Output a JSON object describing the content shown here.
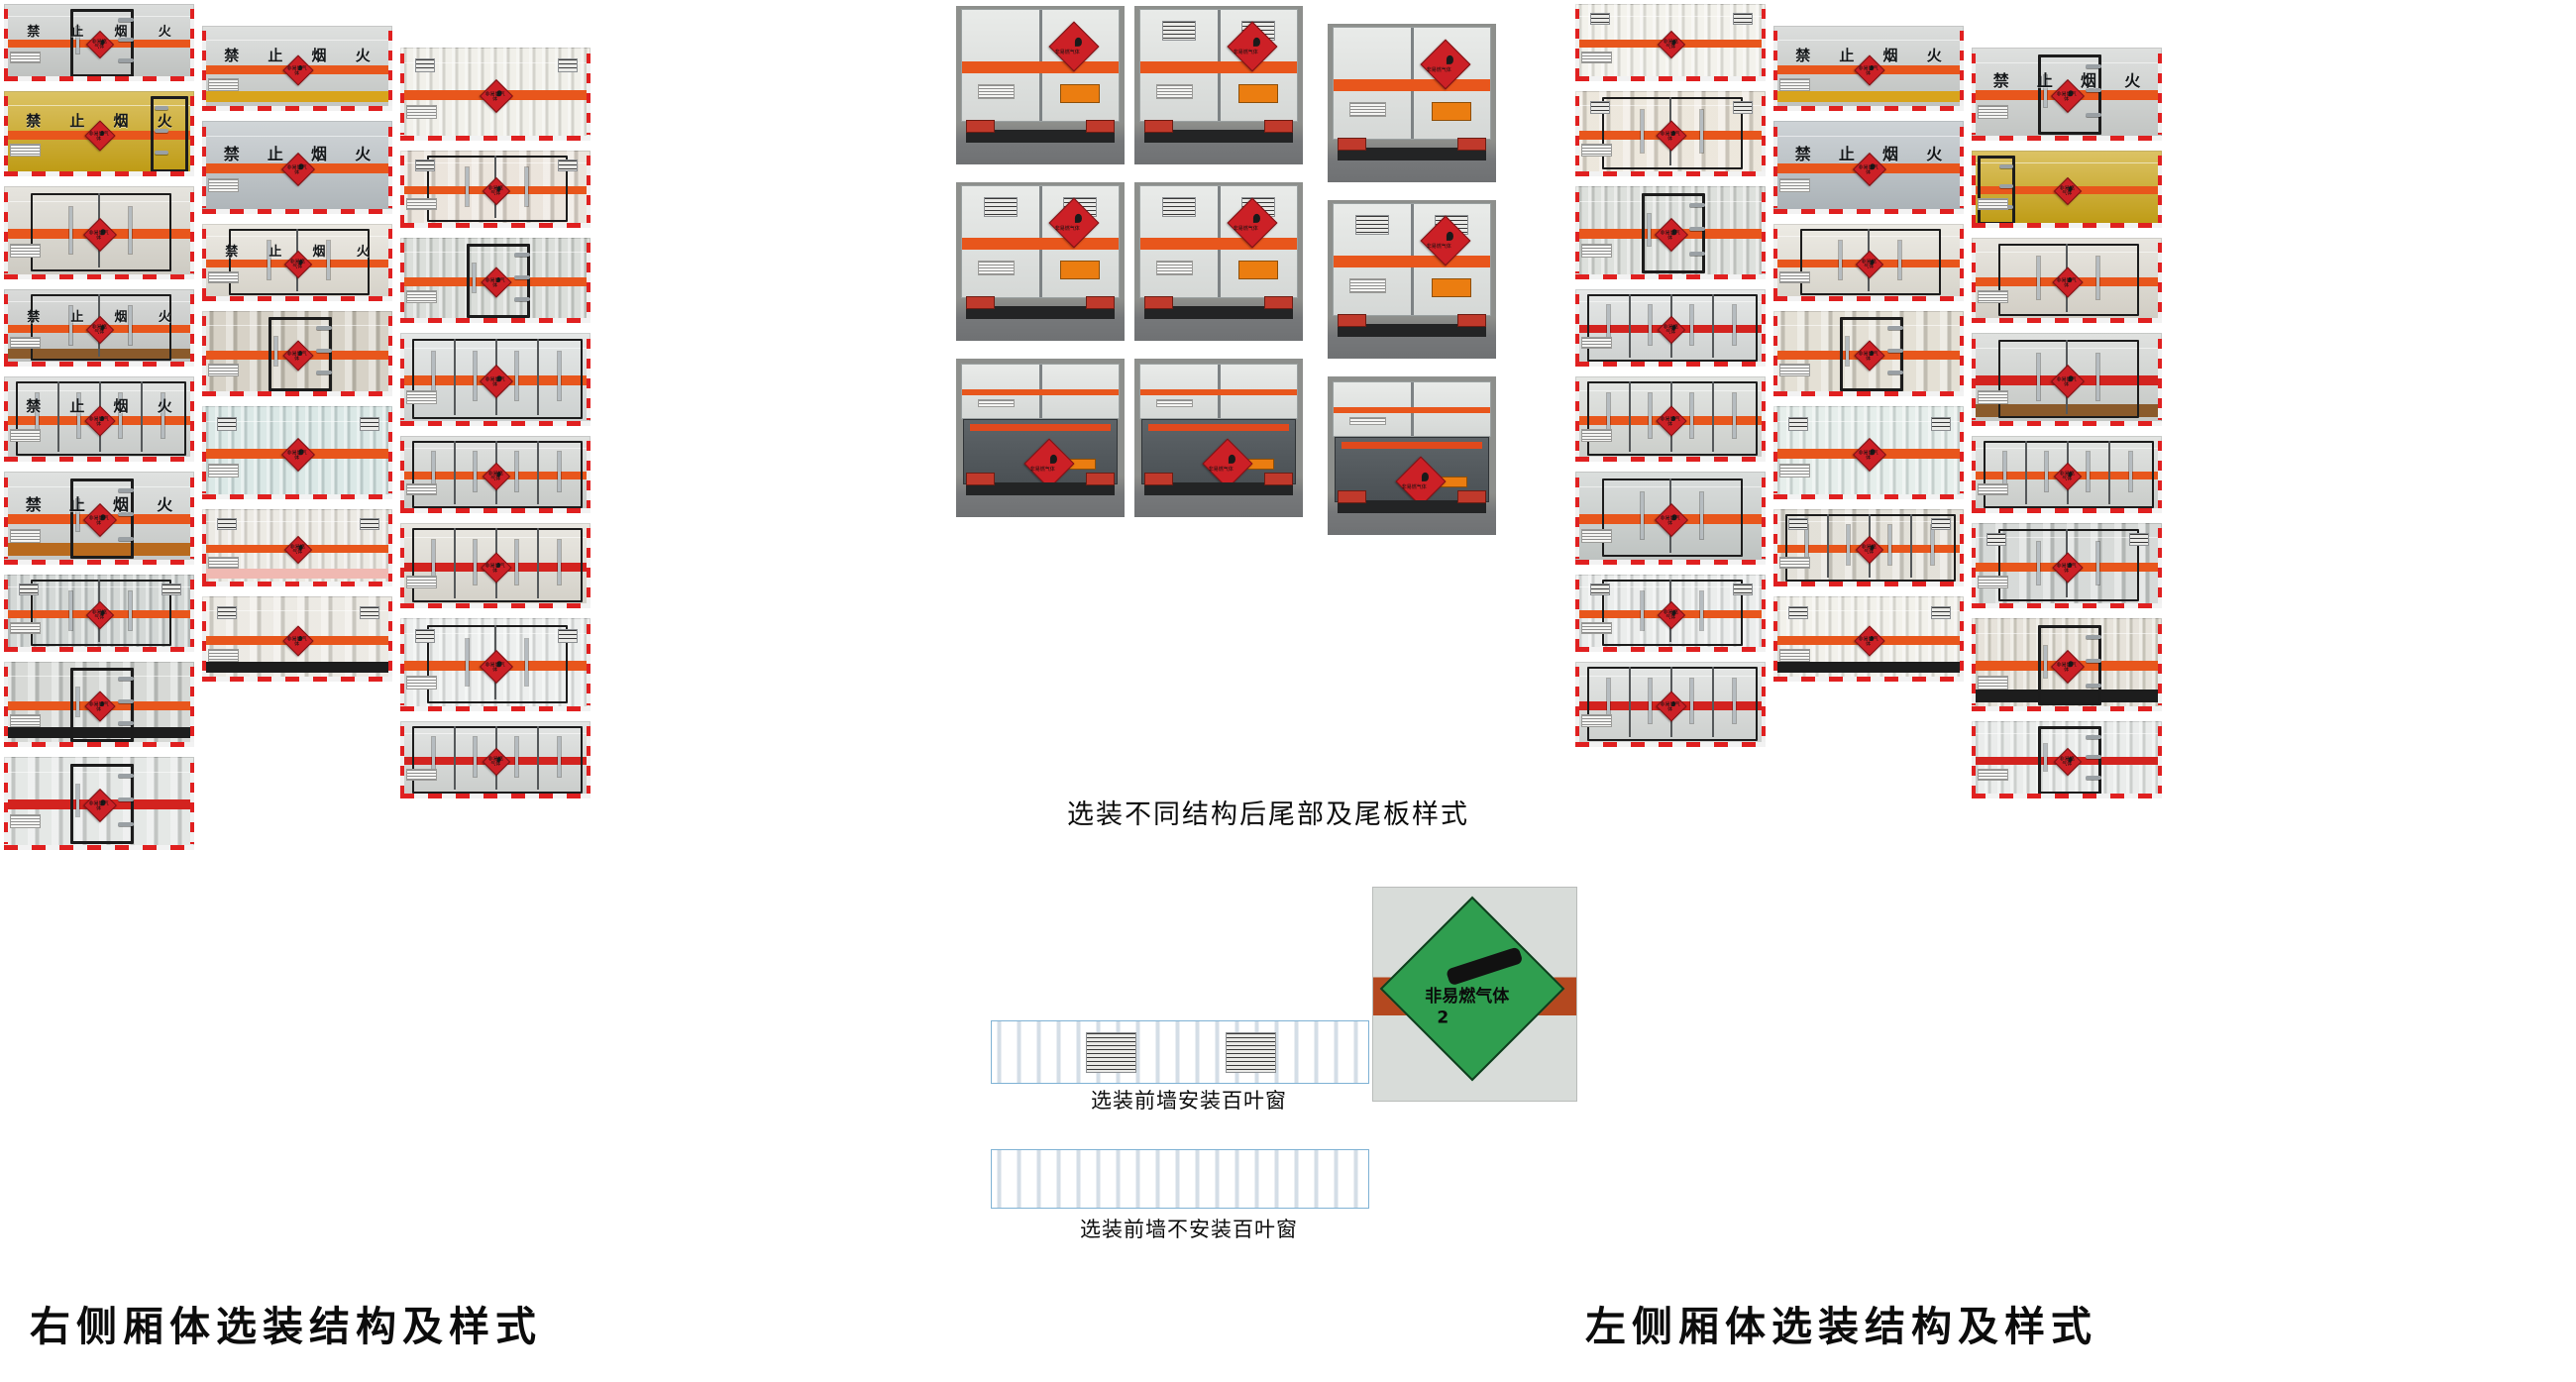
{
  "document": {
    "type": "vehicle-announcement-photo-sheet",
    "hazard_class": "2",
    "hazard_label_cn": "非易燃气体"
  },
  "captions": {
    "rear_styles": "选装不同结构后尾部及尾板样式",
    "front_wall_with_louver": "选装前墙安装百叶窗",
    "front_wall_without_louver": "选装前墙不安装百叶窗",
    "right_side_title": "右侧厢体选装结构及样式",
    "left_side_title": "左侧厢体选装结构及样式"
  },
  "placard": {
    "text": "非易燃气体",
    "class_number": "2",
    "background_color": "#2f9e4f",
    "icon": "gas-cylinder-icon"
  },
  "warning_text": {
    "chars": [
      "禁",
      "止",
      "烟",
      "火"
    ],
    "full": "禁止烟火"
  },
  "colors": {
    "hazard_stripe": "#e8561c",
    "red_stripe": "#d3231f",
    "diamond_red": "#cc2026",
    "tape_red": "#e02020",
    "yellow_body": "#c9a312",
    "brown_skirt": "#8a5a2b",
    "blue_panel": "#8cc0e3",
    "green_placard": "#2f9e4f"
  },
  "left_group": {
    "title": "右侧厢体选装结构及样式",
    "columns": [
      {
        "tiles": [
          {
            "id": "r-c1-1",
            "body": "#c9ccca",
            "style": "flat",
            "stripe": "#e8561c",
            "nofire": true,
            "door": "center",
            "skirt": null
          },
          {
            "id": "r-c1-2",
            "body": "#c9a312",
            "style": "flat",
            "stripe": "#e8561c",
            "nofire": true,
            "door": "right",
            "skirt": null
          },
          {
            "id": "r-c1-3",
            "body": "#d9d6cd",
            "style": "flat",
            "stripe": "#e8561c",
            "nofire": false,
            "door": "double",
            "skirt": null
          },
          {
            "id": "r-c1-4",
            "body": "#c6c8c6",
            "style": "flat",
            "stripe": "#e8561c",
            "nofire": true,
            "door": "double",
            "skirt": "#8a5a2b"
          },
          {
            "id": "r-c1-5",
            "body": "#d2d5d3",
            "style": "flat",
            "stripe": "#e8561c",
            "nofire": true,
            "door": "quad",
            "skirt": null
          },
          {
            "id": "r-c1-6",
            "body": "#cfd2d0",
            "style": "flat",
            "stripe": "#e8561c",
            "nofire": true,
            "door": "center",
            "skirt": "#b86a1e"
          },
          {
            "id": "r-c1-7",
            "body": "#c5cbc9",
            "style": "ribs",
            "stripe": "#e8561c",
            "nofire": false,
            "door": "double",
            "skirt": null
          },
          {
            "id": "r-c1-8",
            "body": "#cdd0cc",
            "style": "coarse",
            "stripe": "#e8561c",
            "nofire": false,
            "door": "center",
            "skirt": "#1d1d1d"
          },
          {
            "id": "r-c1-9",
            "body": "#dfe2e0",
            "style": "coarse",
            "stripe": "#d3231f",
            "nofire": false,
            "door": "center",
            "skirt": null
          }
        ]
      },
      {
        "tiles": [
          {
            "id": "r-c2-1",
            "body": "#cdd0ce",
            "style": "flat",
            "stripe": "#e8561c",
            "nofire": true,
            "door": "none",
            "skirt": "#d8a41c"
          },
          {
            "id": "r-c2-2",
            "body": "#b8bfc3",
            "style": "flat",
            "stripe": "#e8561c",
            "nofire": true,
            "door": "none",
            "skirt": null
          },
          {
            "id": "r-c2-3",
            "body": "#e2ded4",
            "style": "flat",
            "stripe": "#e8561c",
            "nofire": true,
            "door": "double",
            "skirt": null
          },
          {
            "id": "r-c2-4",
            "body": "#cdc7b9",
            "style": "coarse",
            "stripe": "#e8561c",
            "nofire": false,
            "door": "center",
            "skirt": null
          },
          {
            "id": "r-c2-5",
            "body": "#cfe0de",
            "style": "ribs",
            "stripe": "#e8561c",
            "nofire": false,
            "door": "none",
            "skirt": null
          },
          {
            "id": "r-c2-6",
            "body": "#e6e3db",
            "style": "ribs",
            "stripe": "#e8561c",
            "nofire": false,
            "door": "none",
            "skirt": "#f0b9b2"
          },
          {
            "id": "r-c2-7",
            "body": "#e8e5dd",
            "style": "coarse",
            "stripe": "#e8561c",
            "nofire": false,
            "door": "none",
            "skirt": "#1d1d1d"
          }
        ]
      },
      {
        "tiles": [
          {
            "id": "r-c3-1",
            "body": "#ecebe3",
            "style": "ribs",
            "stripe": "#e8561c",
            "nofire": false,
            "door": "none",
            "skirt": null
          },
          {
            "id": "r-c3-2",
            "body": "#e6ded3",
            "style": "coarse",
            "stripe": "#e8561c",
            "nofire": false,
            "door": "double",
            "skirt": null
          },
          {
            "id": "r-c3-3",
            "body": "#cfd3ce",
            "style": "ribs",
            "stripe": "#e8561c",
            "nofire": false,
            "door": "center",
            "skirt": null
          },
          {
            "id": "r-c3-4",
            "body": "#d8dcdb",
            "style": "flat",
            "stripe": "#e8561c",
            "nofire": false,
            "door": "quad",
            "skirt": null
          },
          {
            "id": "r-c3-5",
            "body": "#d1d4d1",
            "style": "flat",
            "stripe": "#e8561c",
            "nofire": false,
            "door": "quad",
            "skirt": null
          },
          {
            "id": "r-c3-6",
            "body": "#dfdcd3",
            "style": "flat",
            "stripe": "#d3231f",
            "nofire": false,
            "door": "quad",
            "skirt": null
          },
          {
            "id": "r-c3-7",
            "body": "#e7eae9",
            "style": "ribs",
            "stripe": "#e8561c",
            "nofire": false,
            "door": "double",
            "skirt": null
          },
          {
            "id": "r-c3-8",
            "body": "#d5d8d6",
            "style": "flat",
            "stripe": "#d3231f",
            "nofire": false,
            "door": "quad",
            "skirt": null
          }
        ]
      }
    ]
  },
  "center_group": {
    "rear_views": [
      {
        "id": "rear-1",
        "variant": "plain-doors",
        "orange_plate": true,
        "vents": false
      },
      {
        "id": "rear-2",
        "variant": "plain-doors",
        "orange_plate": true,
        "vents": true
      },
      {
        "id": "rear-3",
        "variant": "grey-doors",
        "orange_plate": true,
        "vents": false
      },
      {
        "id": "rear-4",
        "variant": "vented-doors",
        "orange_plate": true,
        "vents": true
      },
      {
        "id": "rear-5",
        "variant": "vented-doors",
        "orange_plate": true,
        "vents": true
      },
      {
        "id": "rear-6",
        "variant": "vented-doors",
        "orange_plate": true,
        "vents": true
      },
      {
        "id": "rear-7",
        "variant": "tail-lift",
        "orange_plate": true,
        "vents": false
      },
      {
        "id": "rear-8",
        "variant": "tail-lift",
        "orange_plate": true,
        "vents": false
      },
      {
        "id": "rear-9",
        "variant": "tail-lift",
        "orange_plate": true,
        "vents": false
      }
    ],
    "front_wall_panels": [
      {
        "id": "front-wall-louver",
        "louvers": 2
      },
      {
        "id": "front-wall-plain",
        "louvers": 0
      }
    ]
  },
  "right_group": {
    "title": "左侧厢体选装结构及样式",
    "columns": [
      {
        "tiles": [
          {
            "id": "l-c1-1",
            "body": "#efeee6",
            "style": "ribs",
            "stripe": "#e8561c",
            "nofire": false,
            "door": "none",
            "skirt": null
          },
          {
            "id": "l-c1-2",
            "body": "#e8e1d4",
            "style": "coarse",
            "stripe": "#e8561c",
            "nofire": false,
            "door": "double",
            "skirt": null
          },
          {
            "id": "l-c1-3",
            "body": "#d2d6d1",
            "style": "ribs",
            "stripe": "#e8561c",
            "nofire": false,
            "door": "center",
            "skirt": null
          },
          {
            "id": "l-c1-4",
            "body": "#d9dcdb",
            "style": "flat",
            "stripe": "#d3231f",
            "nofire": false,
            "door": "quad",
            "skirt": null
          },
          {
            "id": "l-c1-5",
            "body": "#d6d9d5",
            "style": "flat",
            "stripe": "#e8561c",
            "nofire": false,
            "door": "quad",
            "skirt": null
          },
          {
            "id": "l-c1-6",
            "body": "#c8cdcb",
            "style": "flat",
            "stripe": "#e8561c",
            "nofire": false,
            "door": "double",
            "skirt": null
          },
          {
            "id": "l-c1-7",
            "body": "#e4e7e6",
            "style": "ribs",
            "stripe": "#e8561c",
            "nofire": false,
            "door": "double",
            "skirt": null
          },
          {
            "id": "l-c1-8",
            "body": "#d8dbd9",
            "style": "flat",
            "stripe": "#d3231f",
            "nofire": false,
            "door": "quad",
            "skirt": null
          }
        ]
      },
      {
        "tiles": [
          {
            "id": "l-c2-1",
            "body": "#c9ccca",
            "style": "flat",
            "stripe": "#e8561c",
            "nofire": true,
            "door": "none",
            "skirt": "#d8a41c"
          },
          {
            "id": "l-c2-2",
            "body": "#b4bcc1",
            "style": "flat",
            "stripe": "#e8561c",
            "nofire": true,
            "door": "none",
            "skirt": null
          },
          {
            "id": "l-c2-3",
            "body": "#e3e0d6",
            "style": "flat",
            "stripe": "#e8561c",
            "nofire": false,
            "door": "double",
            "skirt": null
          },
          {
            "id": "l-c2-4",
            "body": "#ddd8cb",
            "style": "coarse",
            "stripe": "#e8561c",
            "nofire": false,
            "door": "center",
            "skirt": null
          },
          {
            "id": "l-c2-5",
            "body": "#dde8e4",
            "style": "ribs",
            "stripe": "#e8561c",
            "nofire": false,
            "door": "none",
            "skirt": null
          },
          {
            "id": "l-c2-6",
            "body": "#dcd9cf",
            "style": "coarse",
            "stripe": "#e8561c",
            "nofire": false,
            "door": "quad",
            "skirt": null
          },
          {
            "id": "l-c2-7",
            "body": "#edece4",
            "style": "ribs",
            "stripe": "#e8561c",
            "nofire": false,
            "door": "none",
            "skirt": "#1d1d1d"
          }
        ]
      },
      {
        "tiles": [
          {
            "id": "l-c3-1",
            "body": "#cdd0ce",
            "style": "flat",
            "stripe": "#e8561c",
            "nofire": true,
            "door": "center",
            "skirt": null
          },
          {
            "id": "l-c3-2",
            "body": "#c9a312",
            "style": "flat",
            "stripe": "#e8561c",
            "nofire": false,
            "door": "left",
            "skirt": null
          },
          {
            "id": "l-c3-3",
            "body": "#ddd9cf",
            "style": "flat",
            "stripe": "#e8561c",
            "nofire": false,
            "door": "double",
            "skirt": null
          },
          {
            "id": "l-c3-4",
            "body": "#cfd2cf",
            "style": "flat",
            "stripe": "#d3231f",
            "nofire": false,
            "door": "double",
            "skirt": "#8a5a2b"
          },
          {
            "id": "l-c3-5",
            "body": "#d4d7d4",
            "style": "flat",
            "stripe": "#e8561c",
            "nofire": false,
            "door": "quad",
            "skirt": null
          },
          {
            "id": "l-c3-6",
            "body": "#cdd1cf",
            "style": "coarse",
            "stripe": "#e8561c",
            "nofire": false,
            "door": "double",
            "skirt": null
          },
          {
            "id": "l-c3-7",
            "body": "#ddd9cd",
            "style": "ribs",
            "stripe": "#e8561c",
            "nofire": false,
            "door": "center",
            "skirt": "#1d1d1d"
          },
          {
            "id": "l-c3-8",
            "body": "#e3e6e4",
            "style": "ribs",
            "stripe": "#d3231f",
            "nofire": false,
            "door": "center",
            "skirt": null
          }
        ]
      }
    ]
  }
}
